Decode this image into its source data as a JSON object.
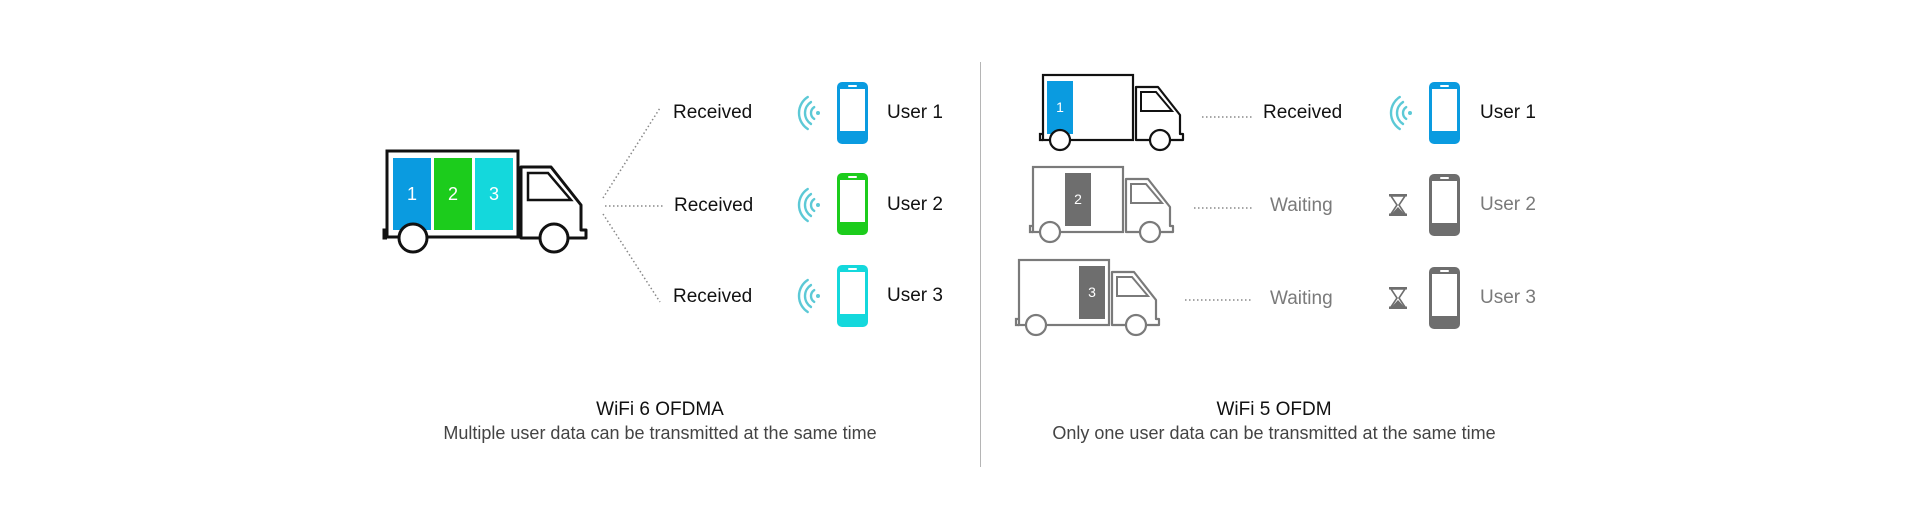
{
  "colors": {
    "user1": "#0a9be0",
    "user2": "#1ccc1c",
    "user3": "#14d8dc",
    "wifi_signal": "#5cc9d6",
    "waiting_gray": "#6e6e6e",
    "outline_dark": "#111111",
    "outline_gray": "#7a7a7a"
  },
  "left_panel": {
    "title": "WiFi 6 OFDMA",
    "subtitle": "Multiple user data can be transmitted at the same time",
    "truck": {
      "blocks": [
        "1",
        "2",
        "3"
      ]
    },
    "rows": [
      {
        "status": "Received",
        "signal_icon": "wifi-signal-icon",
        "user": "User 1"
      },
      {
        "status": "Received",
        "signal_icon": "wifi-signal-icon",
        "user": "User 2"
      },
      {
        "status": "Received",
        "signal_icon": "wifi-signal-icon",
        "user": "User 3"
      }
    ]
  },
  "right_panel": {
    "title": "WiFi 5 OFDM",
    "subtitle": "Only one user data can be transmitted at the same time",
    "rows": [
      {
        "block": "1",
        "status": "Received",
        "signal_icon": "wifi-signal-icon",
        "user": "User 1",
        "state": "active"
      },
      {
        "block": "2",
        "status": "Waiting",
        "signal_icon": "hourglass-icon",
        "user": "User 2",
        "state": "waiting"
      },
      {
        "block": "3",
        "status": "Waiting",
        "signal_icon": "hourglass-icon",
        "user": "User 3",
        "state": "waiting"
      }
    ]
  }
}
